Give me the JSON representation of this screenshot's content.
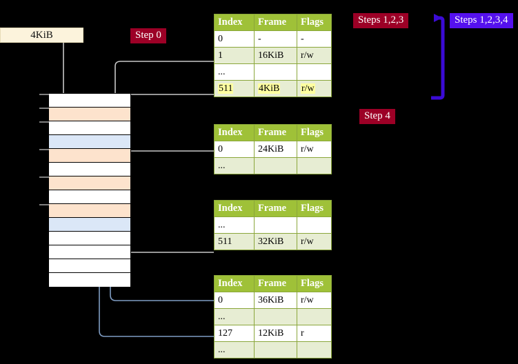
{
  "labels": {
    "size_box": "4KiB",
    "step0": "Step 0",
    "steps123": "Steps 1,2,3",
    "steps1234": "Steps 1,2,3,4",
    "step4": "Step 4"
  },
  "colors": {
    "badge_red": "#9c0026",
    "badge_blue": "#5511ee",
    "table_header": "#9fc138",
    "table_alt_row": "#e7edd3",
    "highlight": "#ffffa0",
    "mem_orange": "#fde3cd",
    "mem_blue": "#dbe7f7",
    "size_box_bg": "#fcf3dc",
    "wire_gray": "#bfbfbf",
    "wire_blue": "#7f9dc4"
  },
  "memory": {
    "name": "physical-memory-column",
    "rows": [
      {
        "i": 0,
        "fill": "white",
        "tick": true
      },
      {
        "i": 1,
        "fill": "orange",
        "tick": true
      },
      {
        "i": 2,
        "fill": "white",
        "tick": true
      },
      {
        "i": 3,
        "fill": "blue",
        "tick": false
      },
      {
        "i": 4,
        "fill": "orange",
        "tick": true
      },
      {
        "i": 5,
        "fill": "white",
        "tick": false
      },
      {
        "i": 6,
        "fill": "orange",
        "tick": true
      },
      {
        "i": 7,
        "fill": "white",
        "tick": false
      },
      {
        "i": 8,
        "fill": "orange",
        "tick": true
      },
      {
        "i": 9,
        "fill": "blue",
        "tick": false
      },
      {
        "i": 10,
        "fill": "white",
        "tick": false
      },
      {
        "i": 11,
        "fill": "white",
        "tick": false
      },
      {
        "i": 12,
        "fill": "white",
        "tick": false
      },
      {
        "i": 13,
        "fill": "white",
        "tick": false
      }
    ]
  },
  "tables": [
    {
      "name": "page-table-level-0",
      "headers": [
        "Index",
        "Frame",
        "Flags"
      ],
      "rows": [
        {
          "cells": [
            "0",
            "-",
            "-"
          ],
          "alt": false,
          "highlight": false
        },
        {
          "cells": [
            "1",
            "16KiB",
            "r/w"
          ],
          "alt": true,
          "highlight": false
        },
        {
          "cells": [
            "...",
            "",
            ""
          ],
          "alt": false,
          "highlight": false
        },
        {
          "cells": [
            "511",
            "4KiB",
            "r/w"
          ],
          "alt": true,
          "highlight": true
        }
      ]
    },
    {
      "name": "page-table-level-1",
      "headers": [
        "Index",
        "Frame",
        "Flags"
      ],
      "rows": [
        {
          "cells": [
            "0",
            "24KiB",
            "r/w"
          ],
          "alt": false,
          "highlight": false
        },
        {
          "cells": [
            "...",
            "",
            ""
          ],
          "alt": true,
          "highlight": false
        }
      ]
    },
    {
      "name": "page-table-level-2",
      "headers": [
        "Index",
        "Frame",
        "Flags"
      ],
      "rows": [
        {
          "cells": [
            "...",
            "",
            ""
          ],
          "alt": false,
          "highlight": false
        },
        {
          "cells": [
            "511",
            "32KiB",
            "r/w"
          ],
          "alt": true,
          "highlight": false
        }
      ]
    },
    {
      "name": "page-table-level-3",
      "headers": [
        "Index",
        "Frame",
        "Flags"
      ],
      "rows": [
        {
          "cells": [
            "0",
            "36KiB",
            "r/w"
          ],
          "alt": false,
          "highlight": false
        },
        {
          "cells": [
            "...",
            "",
            ""
          ],
          "alt": true,
          "highlight": false
        },
        {
          "cells": [
            "127",
            "12KiB",
            "r"
          ],
          "alt": false,
          "highlight": false
        },
        {
          "cells": [
            "...",
            "",
            ""
          ],
          "alt": true,
          "highlight": false
        }
      ]
    }
  ]
}
